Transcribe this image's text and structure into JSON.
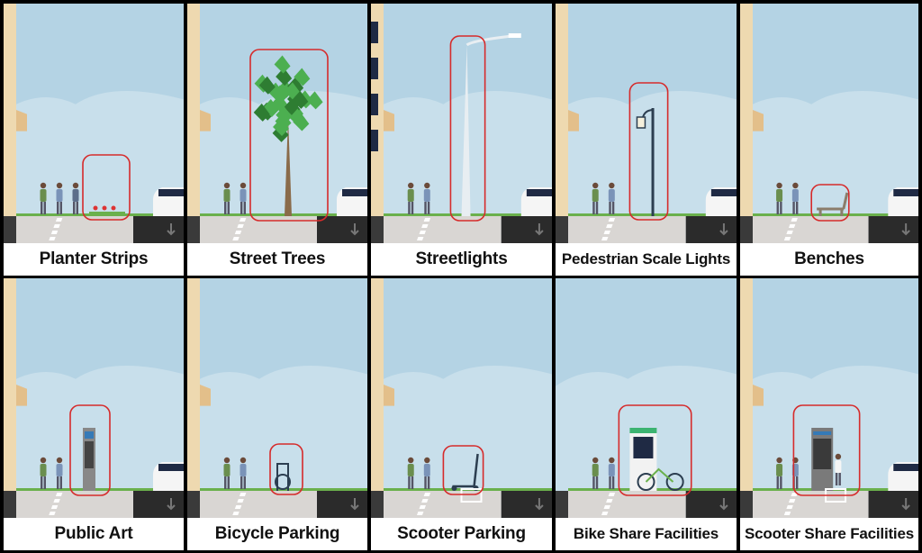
{
  "panels": [
    {
      "id": "planter-strips",
      "label": "Planter Strips",
      "element": "planter",
      "peds": 3,
      "car": true,
      "bldg": "tan"
    },
    {
      "id": "street-trees",
      "label": "Street Trees",
      "element": "tree",
      "peds": 2,
      "car": true,
      "bldg": "tan"
    },
    {
      "id": "streetlights",
      "label": "Streetlights",
      "element": "streetlight",
      "peds": 2,
      "car": true,
      "bldg": "windows"
    },
    {
      "id": "pedestrian-scale-lights",
      "label": "Pedestrian Scale Lights",
      "element": "ped-light",
      "peds": 2,
      "car": true,
      "bldg": "tan"
    },
    {
      "id": "benches",
      "label": "Benches",
      "element": "bench",
      "peds": 2,
      "car": true,
      "bldg": "tan"
    },
    {
      "id": "public-art",
      "label": "Public Art",
      "element": "art",
      "peds": 2,
      "car": true,
      "bldg": "tan"
    },
    {
      "id": "bicycle-parking",
      "label": "Bicycle Parking",
      "element": "bike-rack",
      "peds": 2,
      "car": false,
      "bldg": "tan"
    },
    {
      "id": "scooter-parking",
      "label": "Scooter Parking",
      "element": "scooter",
      "peds": 2,
      "car": false,
      "bldg": "tan"
    },
    {
      "id": "bike-share-facilities",
      "label": "Bike Share Facilities",
      "element": "bike-share",
      "peds": 2,
      "car": false,
      "bldg": "none"
    },
    {
      "id": "scooter-share-facilities",
      "label": "Scooter Share Facilities",
      "element": "scooter-share",
      "peds": 2,
      "car": true,
      "bldg": "tan"
    }
  ],
  "colors": {
    "sky": "#b4d3e4",
    "cloud": "#c8dfeb",
    "sidewalk": "#d9d6d3",
    "road": "#2b2b2b",
    "building": "#eed9b0",
    "highlight": "#d62b2b",
    "grass": "#6ab04c",
    "tree": "#4caf50"
  }
}
